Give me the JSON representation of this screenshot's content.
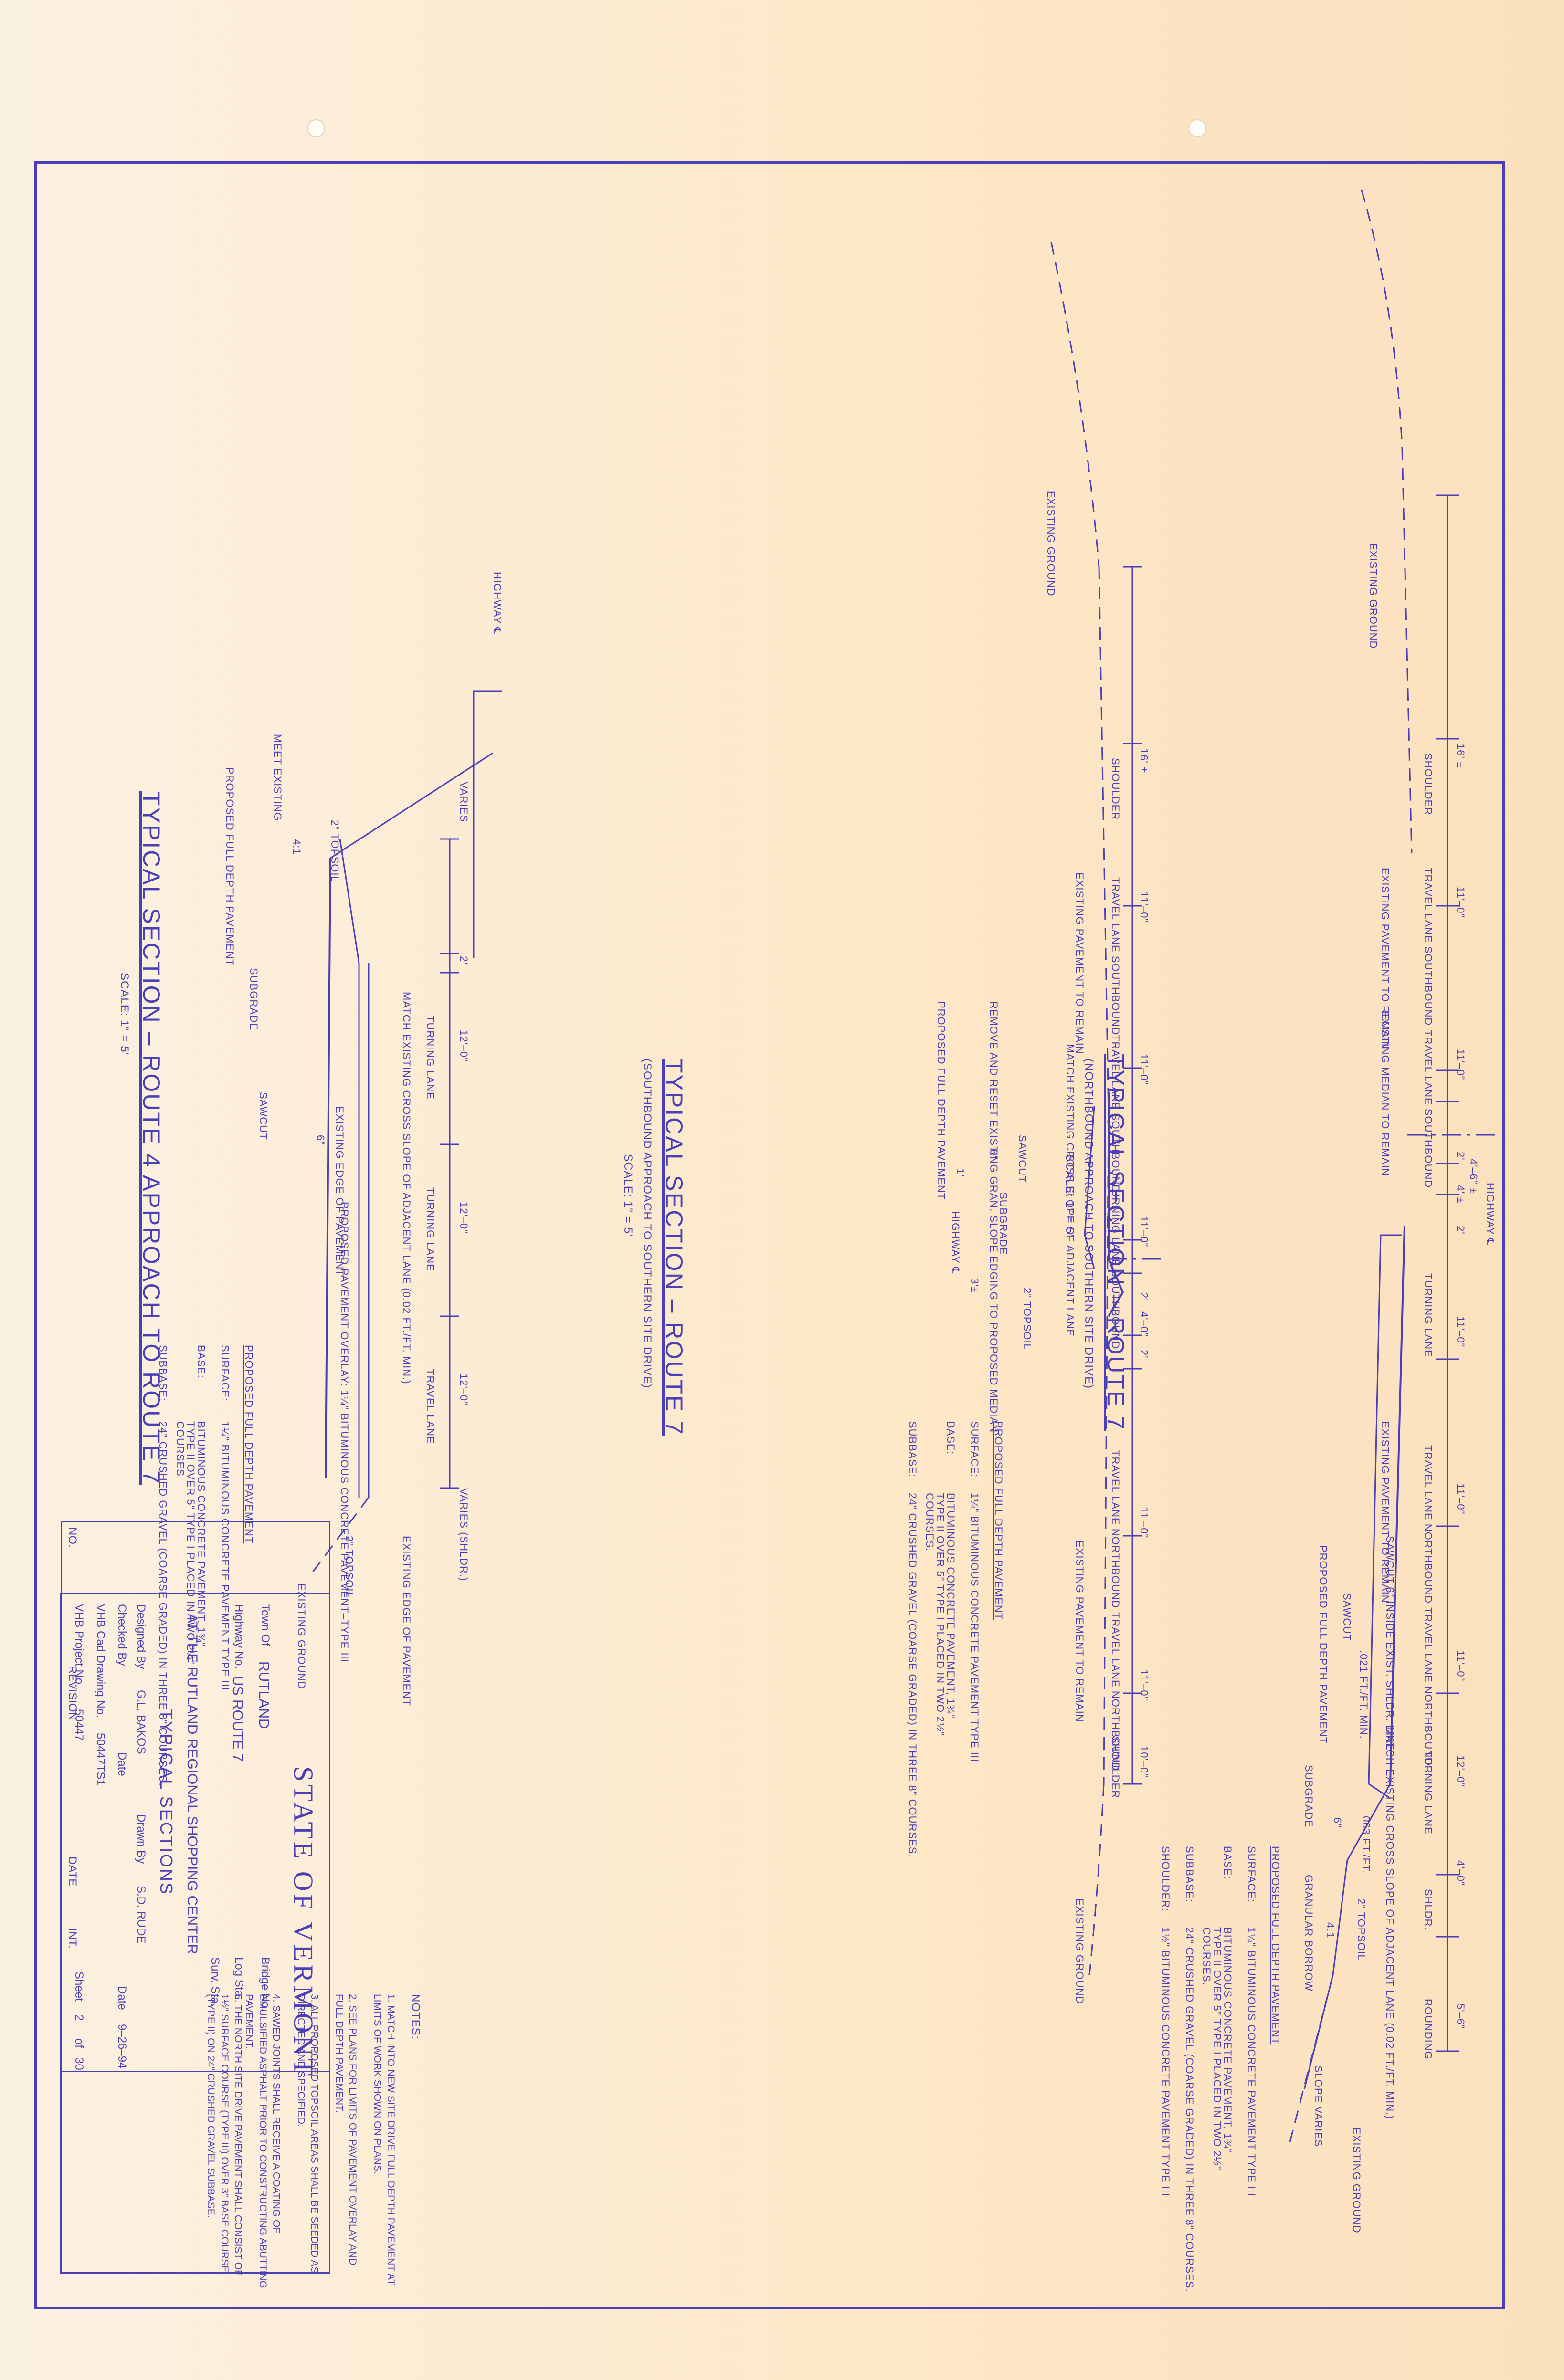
{
  "sections": {
    "route7_northbound": {
      "title": "TYPICAL SECTION – ROUTE 7",
      "subtitle": "(NORTHBOUND APPROACH TO SOUTHERN SITE DRIVE)",
      "scale": "SCALE: 1\" = 5'",
      "centerline": "HIGHWAY ℄",
      "dims": [
        "16' ±",
        "11'–0\"",
        "11'–0\"",
        "2'",
        "4' ±",
        "2'",
        "11'–0\"",
        "11'–0\"",
        "11'–0\"",
        "12'–0\"",
        "4'–0\"",
        "5'–6\"",
        "4'–6\" ±"
      ],
      "lanes": [
        "SHOULDER",
        "TRAVEL LANE SOUTHBOUND",
        "TRAVEL LANE SOUTHBOUND",
        "TURNING LANE",
        "TRAVEL LANE NORTHBOUND",
        "TRAVEL LANE NORTHBOUND",
        "TURNING LANE",
        "SHLDR.",
        "ROUNDING"
      ],
      "callouts": [
        "EXISTING GROUND",
        "EXISTING PAVEMENT TO REMAIN",
        "EXISTING MEDIAN TO REMAIN",
        "EXISTING PAVEMENT TO REMAIN",
        "SAWCUT 6\" INSIDE EXIST. SHLDR. LINE",
        "SAWCUT",
        "PROPOSED FULL DEPTH PAVEMENT",
        "MATCH EXISTING CROSS SLOPE OF ADJACENT LANE (0.02 FT./FT. MIN.)",
        ".021 FT./FT. MIN.",
        ".063 FT./FT.",
        "2\" TOPSOIL",
        "4:1",
        "6\"",
        "SUBGRADE",
        "GRANULAR BORROW",
        "SLOPE VARIES",
        "EXISTING GROUND"
      ],
      "pavement_heading": "PROPOSED FULL DEPTH PAVEMENT",
      "pavement": [
        {
          "layer": "SURFACE:",
          "desc": "1¼\" BITUMINOUS CONCRETE PAVEMENT TYPE III"
        },
        {
          "layer": "BASE:",
          "desc": "BITUMINOUS CONCRETE PAVEMENT, 1¾\" TYPE II OVER 5\" TYPE I PLACED IN TWO 2½\" COURSES."
        },
        {
          "layer": "SUBBASE:",
          "desc": "24\" CRUSHED GRAVEL (COARSE GRADED) IN THREE 8\" COURSES."
        },
        {
          "layer": "SHOULDER:",
          "desc": "1½\" BITUMINOUS CONCRETE PAVEMENT TYPE III"
        }
      ]
    },
    "route7_southbound": {
      "title": "TYPICAL SECTION – ROUTE 7",
      "subtitle": "(SOUTHBOUND APPROACH TO SOUTHERN SITE DRIVE)",
      "scale": "SCALE: 1\" = 5'",
      "centerline": "HIGHWAY ℄",
      "dims": [
        "16' ±",
        "11'–0\"",
        "11'–0\"",
        "11'–0\"",
        "2'",
        "4'–0\"",
        "2'",
        "11'–0\"",
        "11'–0\"",
        "10'–0\"",
        "3'±",
        "1'"
      ],
      "lanes": [
        "SHOULDER",
        "TRAVEL LANE SOUTHBOUND",
        "TRAVEL LANE SOUTHBOUND",
        "TURNING LANE SOUTHBOUND",
        "TRAVEL LANE NORTHBOUND",
        "TRAVEL LANE NORTHBOUND",
        "SHOULDER"
      ],
      "callouts": [
        "EXISTING GROUND",
        "EXISTING PAVEMENT TO REMAIN",
        "REMOVE AND RESET EXISTING GRAN. SLOPE EDGING TO PROPOSED MEDIAN",
        "PROPOSED FULL DEPTH PAVEMENT",
        "MATCH EXISTING CROSS SLOPE OF ADJACENT LANE",
        "SAWCUT",
        "6\"",
        "SUBGRADE",
        "2\" TOPSOIL",
        "EXISTING PAVEMENT TO REMAIN",
        "EXISTING GROUND"
      ],
      "pavement_heading": "PROPOSED FULL DEPTH PAVEMENT",
      "pavement": [
        {
          "layer": "SURFACE:",
          "desc": "1¼\" BITUMINOUS CONCRETE PAVEMENT TYPE III"
        },
        {
          "layer": "BASE:",
          "desc": "BITUMINOUS CONCRETE PAVEMENT, 1¾\" TYPE II OVER 5\" TYPE I PLACED IN TWO 2½\" COURSES."
        },
        {
          "layer": "SUBBASE:",
          "desc": "24\" CRUSHED GRAVEL (COARSE GRADED) IN THREE 8\" COURSES."
        }
      ]
    },
    "route4": {
      "title": "TYPICAL SECTION – ROUTE 4 APPROACH TO ROUTE 7",
      "scale": "SCALE: 1\" = 5'",
      "centerline": "HIGHWAY ℄",
      "dims": [
        "VARIES",
        "2'",
        "12'–0\"",
        "12'–0\"",
        "12'–0\"",
        "VARIES (SHLDR.)"
      ],
      "lanes": [
        "TURNING LANE",
        "TURNING LANE",
        "TRAVEL LANE"
      ],
      "callouts": [
        "MEET EXISTING",
        "4:1",
        "2\" TOPSOIL",
        "PROPOSED FULL DEPTH PAVEMENT",
        "SUBGRADE",
        "SAWCUT",
        "MATCH EXISTING CROSS SLOPE OF ADJACENT LANE (0.02 FT./FT. MIN.)",
        "EXISTING EDGE OF PAVEMENT",
        "6\"",
        "PROPOSED PAVEMENT OVERLAY: 1¼\" BITUMINOUS CONCRETE PAVEMENT–TYPE III",
        "EXISTING EDGE OF PAVEMENT",
        "2\" TOPSOIL",
        "EXISTING GROUND"
      ],
      "pavement_heading": "PROPOSED FULL DEPTH PAVEMENT",
      "pavement": [
        {
          "layer": "SURFACE:",
          "desc": "1¼\" BITUMINOUS CONCRETE PAVEMENT TYPE III"
        },
        {
          "layer": "BASE:",
          "desc": "BITUMINOUS CONCRETE PAVEMENT, 1¾\" TYPE II OVER 5\" TYPE I PLACED IN TWO 2½\" COURSES."
        },
        {
          "layer": "SUBBASE:",
          "desc": "24\" CRUSHED GRAVEL (COARSE GRADED) IN THREE 8\" COURSES."
        }
      ]
    }
  },
  "notes": {
    "heading": "NOTES:",
    "items": [
      "1.  MATCH INTO NEW SITE DRIVE FULL DEPTH PAVEMENT AT LIMITS OF WORK SHOWN ON PLANS.",
      "2.  SEE PLANS FOR LIMITS OF PAVEMENT OVERLAY AND FULL DEPTH PAVEMENT.",
      "3.  ALL PROPOSED TOPSOIL AREAS SHALL BE SEEDED AS DIRECTED AND SPECIFIED.",
      "4.  SAWED JOINTS SHALL RECEIVE A COATING OF EMULSIFIED ASPHALT PRIOR TO CONSTRUCTING ABUTTING PAVEMENT.",
      "5.  THE NORTH SITE DRIVE PAVEMENT SHALL CONSIST OF 1½\" SURFACE COURSE (TYPE III) OVER 3\" BASE COURSE (TYPE II) ON 24\" CRUSHED GRAVEL SUBBASE."
    ]
  },
  "title_block": {
    "state": "STATE OF VERMONT",
    "town_label": "Town Of",
    "town": "RUTLAND",
    "highway_label": "Highway No.",
    "highway": "US ROUTE 7",
    "bridge_label": "Bridge No.",
    "log_label": "Log Sta.",
    "surv_label": "Surv. Sta.",
    "project_line": "AT THE RUTLAND REGIONAL SHOPPING CENTER",
    "sheet_title": "TYPICAL SECTIONS",
    "designed_label": "Designed By",
    "designed": "G.L. BAKOS",
    "drawn_label": "Drawn By",
    "drawn": "S.D. RUDE",
    "checked_label": "Checked By",
    "date_label": "Date",
    "date": "9–26–94",
    "cad_label": "VHB Cad Drawing No.",
    "cad": "50447TS1",
    "project_label": "VHB Project No.",
    "project": "50447",
    "sheet_label": "Sheet",
    "sheet": "2",
    "sheet_of": "of",
    "sheet_total": "30",
    "revision_cols": [
      "NO.",
      "REVISION",
      "DATE",
      "INT."
    ]
  }
}
